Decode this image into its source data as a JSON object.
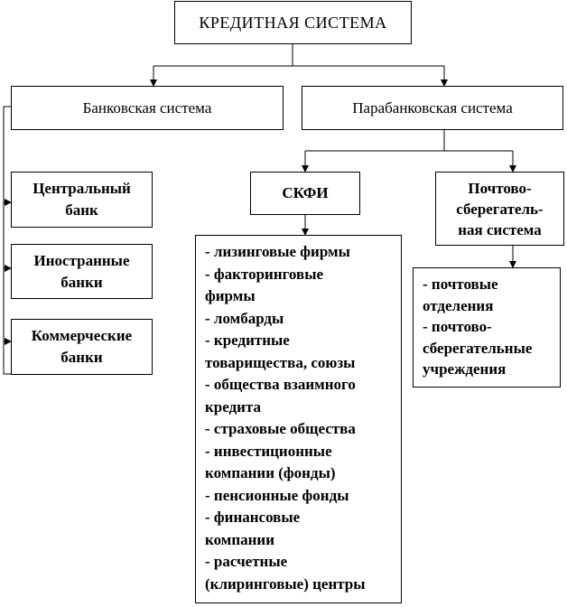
{
  "root": "КРЕДИТНАЯ  СИСТЕМА",
  "banking": "Банковская  система",
  "parabanking": "Парабанковская  система",
  "central_bank": [
    "Центральный",
    "банк"
  ],
  "foreign_banks": [
    "Иностранные",
    "банки"
  ],
  "commercial_banks": [
    "Коммерческие",
    "банки"
  ],
  "skfi": "СКФИ",
  "postal_system": [
    "Почтово-",
    "сберегатель-",
    "ная система"
  ],
  "skfi_list": [
    "- лизинговые  фирмы",
    "- факторинговые",
    "фирмы",
    "- ломбарды",
    "- кредитные",
    "товарищества,  союзы",
    "- общества взаимного",
    "кредита",
    "- страховые  общества",
    "- инвестиционные",
    "компании  (фонды)",
    "- пенсионные  фонды",
    "- финансовые",
    "компании",
    "- расчетные",
    "(клиринговые)  центры"
  ],
  "postal_list": [
    "- почтовые",
    "отделения",
    "- почтово-",
    "сберегательные",
    "учреждения"
  ]
}
